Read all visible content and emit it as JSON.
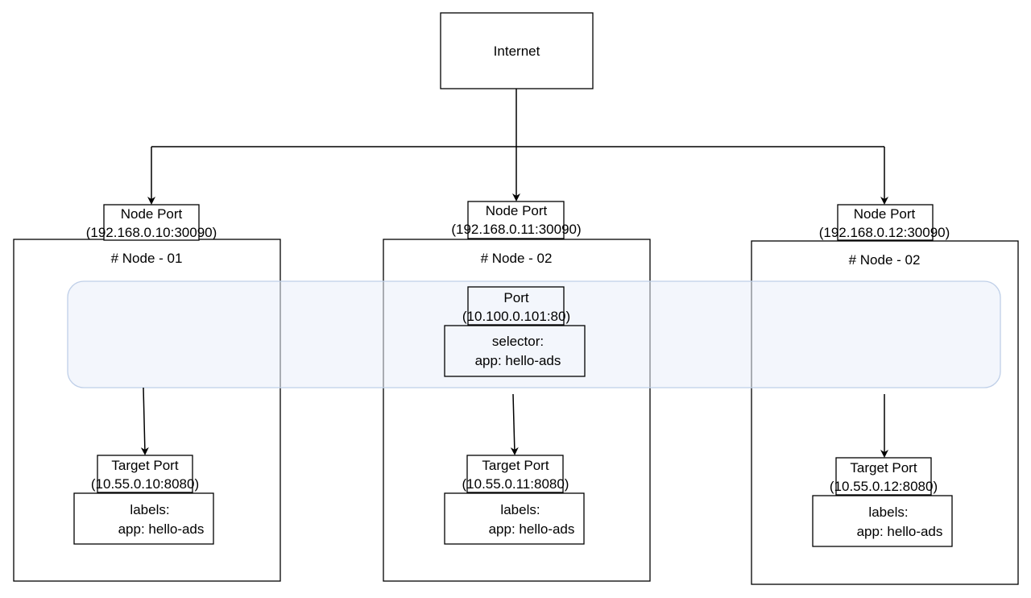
{
  "internet": {
    "label": "Internet"
  },
  "nodes": [
    {
      "title": "# Node - 01",
      "node_port": {
        "label": "Node Port",
        "address": "(192.168.0.10:30090)"
      },
      "target_port": {
        "label": "Target Port",
        "address": "(10.55.0.10:8080)"
      },
      "labels": {
        "line1": "labels:",
        "line2": "app: hello-ads"
      }
    },
    {
      "title": "# Node - 02",
      "node_port": {
        "label": "Node Port",
        "address": "(192.168.0.11:30090)"
      },
      "target_port": {
        "label": "Target Port",
        "address": "(10.55.0.11:8080)"
      },
      "labels": {
        "line1": "labels:",
        "line2": "app: hello-ads"
      }
    },
    {
      "title": "# Node - 02",
      "node_port": {
        "label": "Node Port",
        "address": "(192.168.0.12:30090)"
      },
      "target_port": {
        "label": "Target Port",
        "address": "(10.55.0.12:8080)"
      },
      "labels": {
        "line1": "labels:",
        "line2": "app: hello-ads"
      }
    }
  ],
  "service": {
    "port": {
      "label": "Port",
      "address": "(10.100.0.101:80)"
    },
    "selector": {
      "line1": "selector:",
      "line2": "app: hello-ads"
    }
  },
  "colors": {
    "band_fill": "#e9effa",
    "band_stroke": "#bfcfe8"
  }
}
